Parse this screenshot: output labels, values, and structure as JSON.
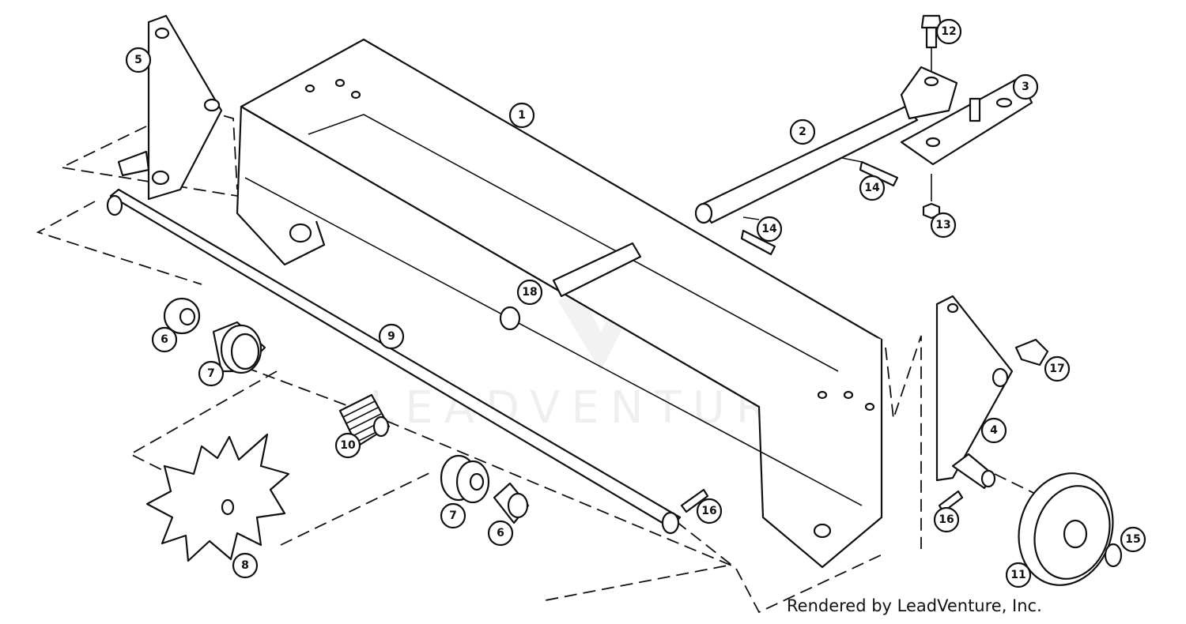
{
  "diagram": {
    "credit": "Rendered by LeadVenture, Inc.",
    "watermark": "LEADVENTURE",
    "callouts": [
      {
        "id": "c1",
        "label": "1"
      },
      {
        "id": "c2",
        "label": "2"
      },
      {
        "id": "c3",
        "label": "3"
      },
      {
        "id": "c4",
        "label": "4"
      },
      {
        "id": "c5",
        "label": "5"
      },
      {
        "id": "c6a",
        "label": "6"
      },
      {
        "id": "c6b",
        "label": "6"
      },
      {
        "id": "c7a",
        "label": "7"
      },
      {
        "id": "c7b",
        "label": "7"
      },
      {
        "id": "c8",
        "label": "8"
      },
      {
        "id": "c9",
        "label": "9"
      },
      {
        "id": "c10",
        "label": "10"
      },
      {
        "id": "c11",
        "label": "11"
      },
      {
        "id": "c12",
        "label": "12"
      },
      {
        "id": "c13",
        "label": "13"
      },
      {
        "id": "c14a",
        "label": "14"
      },
      {
        "id": "c14b",
        "label": "14"
      },
      {
        "id": "c15",
        "label": "15"
      },
      {
        "id": "c16a",
        "label": "16"
      },
      {
        "id": "c16b",
        "label": "16"
      },
      {
        "id": "c17",
        "label": "17"
      },
      {
        "id": "c18",
        "label": "18"
      }
    ]
  }
}
